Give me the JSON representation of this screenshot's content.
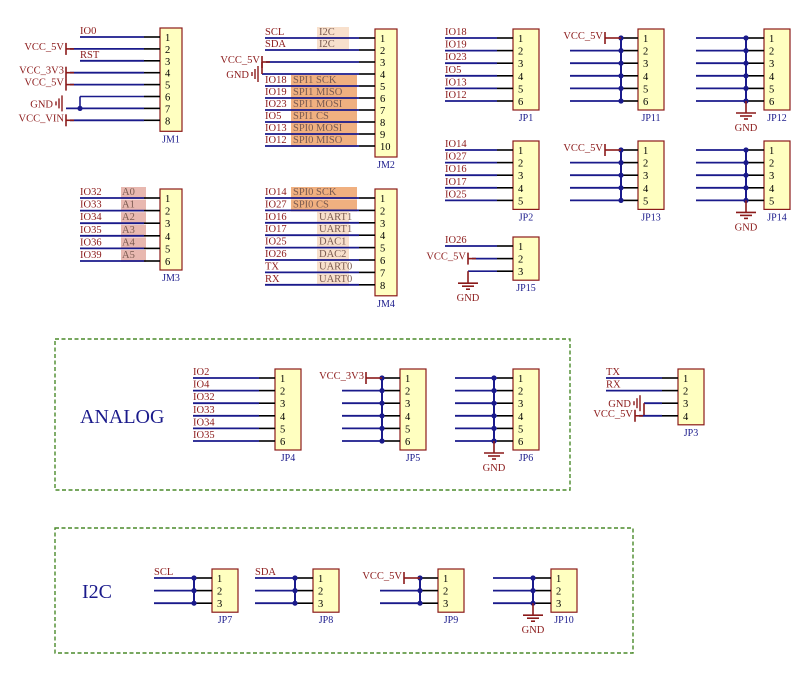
{
  "colors": {
    "wire": "#1a1a8b",
    "pinline": "#000000",
    "power": "#8b1a1a",
    "body_fill": "#ffffc0",
    "body_stroke": "#8b1a1a",
    "junction": "#1a1a8b",
    "region": "#4a8a2a",
    "hl_light": "#f8e0cc",
    "hl_orange": "#f0b080",
    "hl_pink": "#e8b8b0"
  },
  "regions": [
    {
      "label": "ANALOG"
    },
    {
      "label": "I2C"
    }
  ],
  "connectors": [
    {
      "ref": "JM1",
      "pins": [
        "1",
        "2",
        "3",
        "4",
        "5",
        "6",
        "7",
        "8"
      ],
      "nets": [
        {
          "label": "IO0",
          "type": "net"
        },
        {
          "label": "VCC_5V",
          "type": "vcc"
        },
        {
          "label": "RST",
          "type": "net"
        },
        {
          "label": "VCC_3V3",
          "type": "vcc"
        },
        {
          "label": "VCC_5V",
          "type": "vcc"
        },
        {
          "label": "",
          "type": "gndtie"
        },
        {
          "label": "GND",
          "type": "gnd"
        },
        {
          "label": "VCC_VIN",
          "type": "vcc"
        }
      ]
    },
    {
      "ref": "JM2",
      "pins": [
        "1",
        "2",
        "3",
        "4",
        "5",
        "6",
        "7",
        "8",
        "9",
        "10"
      ],
      "nets": [
        {
          "label": "SCL",
          "type": "net",
          "fn": "I2C",
          "hl": "light"
        },
        {
          "label": "SDA",
          "type": "net",
          "fn": "I2C",
          "hl": "light"
        },
        {
          "label": "VCC_5V",
          "type": "vcc"
        },
        {
          "label": "GND",
          "type": "gnd"
        },
        {
          "label": "IO18",
          "type": "net",
          "fn": "SPI1  SCK",
          "hl": "orange"
        },
        {
          "label": "IO19",
          "type": "net",
          "fn": "SPI1  MISO",
          "hl": "orange"
        },
        {
          "label": "IO23",
          "type": "net",
          "fn": "SPI1  MOSI",
          "hl": "orange"
        },
        {
          "label": "IO5",
          "type": "net",
          "fn": "SPI1  CS",
          "hl": "orange"
        },
        {
          "label": "IO13",
          "type": "net",
          "fn": "SPI0  MOSI",
          "hl": "orange"
        },
        {
          "label": "IO12",
          "type": "net",
          "fn": "SPI0  MISO",
          "hl": "orange"
        }
      ]
    },
    {
      "ref": "JM3",
      "pins": [
        "1",
        "2",
        "3",
        "4",
        "5",
        "6"
      ],
      "nets": [
        {
          "label": "IO32",
          "type": "net",
          "fn": "A0",
          "hl": "pink"
        },
        {
          "label": "IO33",
          "type": "net",
          "fn": "A1",
          "hl": "pink"
        },
        {
          "label": "IO34",
          "type": "net",
          "fn": "A2",
          "hl": "pink"
        },
        {
          "label": "IO35",
          "type": "net",
          "fn": "A3",
          "hl": "pink"
        },
        {
          "label": "IO36",
          "type": "net",
          "fn": "A4",
          "hl": "pink"
        },
        {
          "label": "IO39",
          "type": "net",
          "fn": "A5",
          "hl": "pink"
        }
      ]
    },
    {
      "ref": "JM4",
      "pins": [
        "1",
        "2",
        "3",
        "4",
        "5",
        "6",
        "7",
        "8"
      ],
      "nets": [
        {
          "label": "IO14",
          "type": "net",
          "fn": "SPI0  SCK",
          "hl": "orange"
        },
        {
          "label": "IO27",
          "type": "net",
          "fn": "SPI0  CS",
          "hl": "orange"
        },
        {
          "label": "IO16",
          "type": "net",
          "fn": "UART1",
          "hl": "light"
        },
        {
          "label": "IO17",
          "type": "net",
          "fn": "UART1",
          "hl": "light"
        },
        {
          "label": "IO25",
          "type": "net",
          "fn": "DAC1",
          "hl": "light"
        },
        {
          "label": "IO26",
          "type": "net",
          "fn": "DAC2",
          "hl": "light"
        },
        {
          "label": "TX",
          "type": "net",
          "fn": "UART0",
          "hl": "light"
        },
        {
          "label": "RX",
          "type": "net",
          "fn": "UART0",
          "hl": "light"
        }
      ]
    },
    {
      "ref": "JP1",
      "pins": [
        "1",
        "2",
        "3",
        "4",
        "5",
        "6"
      ],
      "nets": [
        {
          "label": "IO18"
        },
        {
          "label": "IO19"
        },
        {
          "label": "IO23"
        },
        {
          "label": "IO5"
        },
        {
          "label": "IO13"
        },
        {
          "label": "IO12"
        }
      ]
    },
    {
      "ref": "JP11",
      "pins": [
        "1",
        "2",
        "3",
        "4",
        "5",
        "6"
      ],
      "bus": "VCC_5V"
    },
    {
      "ref": "JP12",
      "pins": [
        "1",
        "2",
        "3",
        "4",
        "5",
        "6"
      ],
      "bus": "GND"
    },
    {
      "ref": "JP2",
      "pins": [
        "1",
        "2",
        "3",
        "4",
        "5"
      ],
      "nets": [
        {
          "label": "IO14"
        },
        {
          "label": "IO27"
        },
        {
          "label": "IO16"
        },
        {
          "label": "IO17"
        },
        {
          "label": "IO25"
        }
      ]
    },
    {
      "ref": "JP13",
      "pins": [
        "1",
        "2",
        "3",
        "4",
        "5"
      ],
      "bus": "VCC_5V"
    },
    {
      "ref": "JP14",
      "pins": [
        "1",
        "2",
        "3",
        "4",
        "5"
      ],
      "bus": "GND"
    },
    {
      "ref": "JP15",
      "pins": [
        "1",
        "2",
        "3"
      ],
      "nets": [
        {
          "label": "IO26",
          "type": "net"
        },
        {
          "label": "VCC_5V",
          "type": "vcc"
        },
        {
          "label": "GND",
          "type": "gnd"
        }
      ]
    },
    {
      "ref": "JP4",
      "pins": [
        "1",
        "2",
        "3",
        "4",
        "5",
        "6"
      ],
      "nets": [
        {
          "label": "IO2"
        },
        {
          "label": "IO4"
        },
        {
          "label": "IO32"
        },
        {
          "label": "IO33"
        },
        {
          "label": "IO34"
        },
        {
          "label": "IO35"
        }
      ]
    },
    {
      "ref": "JP5",
      "pins": [
        "1",
        "2",
        "3",
        "4",
        "5",
        "6"
      ],
      "bus": "VCC_3V3"
    },
    {
      "ref": "JP6",
      "pins": [
        "1",
        "2",
        "3",
        "4",
        "5",
        "6"
      ],
      "bus": "GND"
    },
    {
      "ref": "JP3",
      "pins": [
        "1",
        "2",
        "3",
        "4"
      ],
      "nets": [
        {
          "label": "TX",
          "type": "net"
        },
        {
          "label": "RX",
          "type": "net"
        },
        {
          "label": "GND",
          "type": "gnd"
        },
        {
          "label": "VCC_5V",
          "type": "vcc"
        }
      ]
    },
    {
      "ref": "JP7",
      "pins": [
        "1",
        "2",
        "3"
      ],
      "bus": "SCL",
      "bus_type": "net"
    },
    {
      "ref": "JP8",
      "pins": [
        "1",
        "2",
        "3"
      ],
      "bus": "SDA",
      "bus_type": "net"
    },
    {
      "ref": "JP9",
      "pins": [
        "1",
        "2",
        "3"
      ],
      "bus": "VCC_5V"
    },
    {
      "ref": "JP10",
      "pins": [
        "1",
        "2",
        "3"
      ],
      "bus": "GND"
    }
  ]
}
